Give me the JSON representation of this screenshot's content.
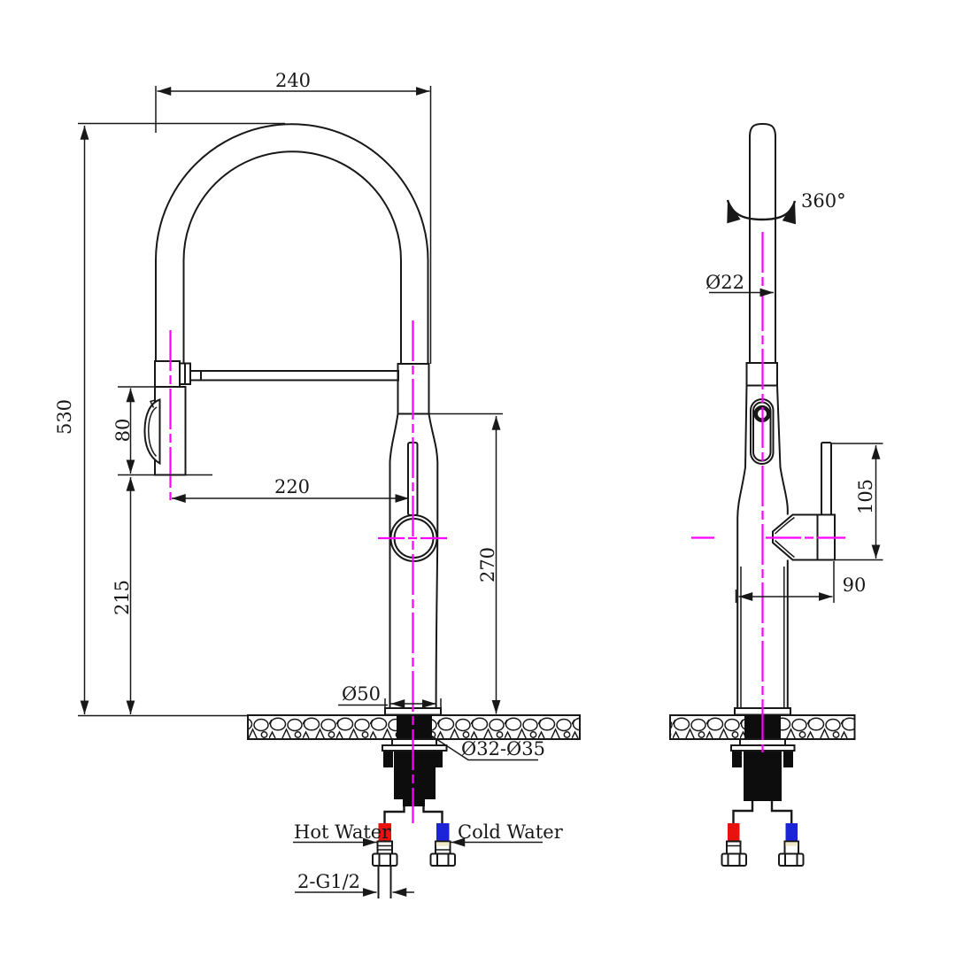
{
  "drawing": {
    "background": "#ffffff",
    "line_color": "#181818",
    "centerline_color": "#ff00ff",
    "hot_color": "#e8120f",
    "cold_color": "#1c24d8",
    "labels": {
      "top_width": "240",
      "overall_height": "530",
      "spray_head_length": "80",
      "reach": "220",
      "height_below_head": "215",
      "spout_height": "270",
      "base_diameter": "Ø50",
      "mounting_hole": "Ø32-Ø35",
      "hot_water": "Hot Water",
      "cold_water": "Cold Water",
      "inlet_thread": "2-G1/2",
      "swivel_angle": "360°",
      "pipe_diameter": "Ø22",
      "side_height": "105",
      "side_reach": "90"
    }
  }
}
